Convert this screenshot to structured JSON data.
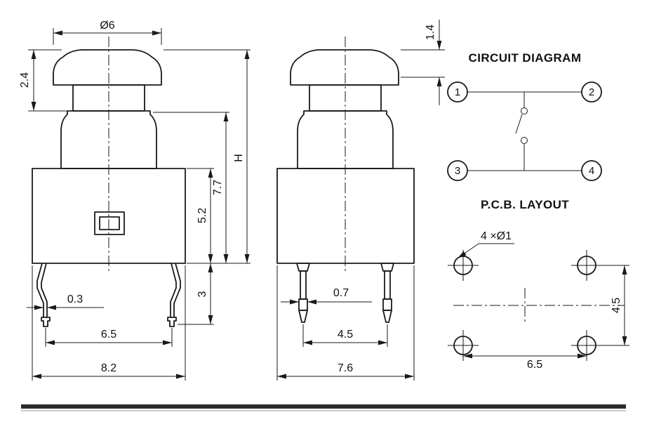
{
  "drawing": {
    "front_view": {
      "dim_cap_diameter": "Ø6",
      "dim_cap_height": "2.4",
      "dim_plunger_height": "7.7",
      "dim_total_height": "H",
      "dim_body_height": "5.2",
      "dim_leg_length": "3",
      "dim_lead_thickness": "0.3",
      "dim_lead_spacing": "6.5",
      "dim_body_width": "8.2"
    },
    "side_view": {
      "dim_cap_top_height": "1.4",
      "dim_lead_width": "0.7",
      "dim_lead_spacing": "4.5",
      "dim_body_width": "7.6"
    },
    "circuit_diagram": {
      "title": "CIRCUIT DIAGRAM",
      "pins": [
        "1",
        "2",
        "3",
        "4"
      ]
    },
    "pcb_layout": {
      "title": "P.C.B. LAYOUT",
      "hole_callout": "4 ×Ø1",
      "dim_vertical_pitch": "4.5",
      "dim_horizontal_pitch": "6.5"
    },
    "colors": {
      "line": "#1a1a1a",
      "background": "#ffffff"
    }
  }
}
